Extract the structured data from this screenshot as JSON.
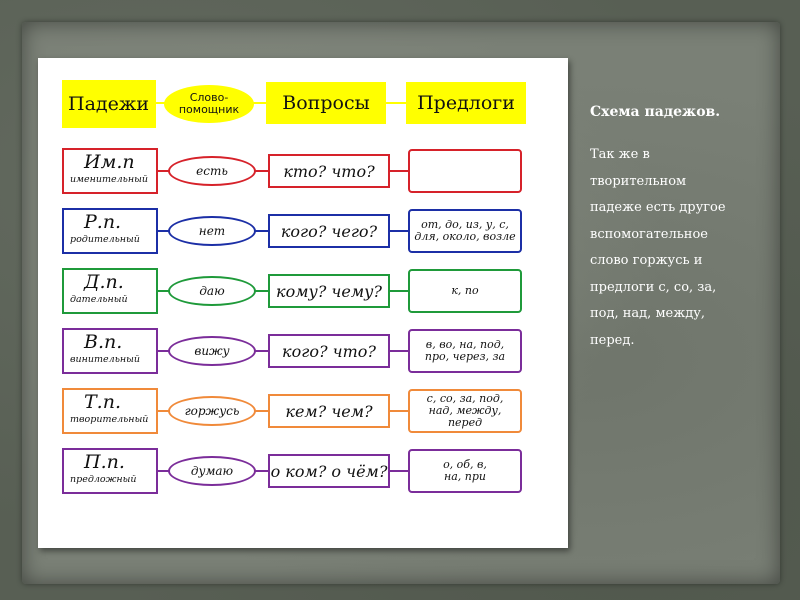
{
  "header": {
    "cases": "Падежи",
    "helper": [
      "Слово-",
      "помощник"
    ],
    "questions": "Вопросы",
    "prepositions": "Предлоги"
  },
  "rows": [
    {
      "abbr": "Им.п",
      "name": "именительный",
      "helper": "есть",
      "question": "кто? что?",
      "prepositions": [],
      "color": "#d6222a"
    },
    {
      "abbr": "Р.п.",
      "name": "родительный",
      "helper": "нет",
      "question": "кого? чего?",
      "prepositions": [
        "от, до, из, у, с,",
        "для, около, возле"
      ],
      "color": "#1c2fa6"
    },
    {
      "abbr": "Д.п.",
      "name": "дательный",
      "helper": "даю",
      "question": "кому? чему?",
      "prepositions": [
        "к, по"
      ],
      "color": "#1f9a3a"
    },
    {
      "abbr": "В.п.",
      "name": "винительный",
      "helper": "вижу",
      "question": "кого? что?",
      "prepositions": [
        "в, во, на, под,",
        "про, через, за"
      ],
      "color": "#7b2d9a"
    },
    {
      "abbr": "Т.п.",
      "name": "творительный",
      "helper": "горжусь",
      "question": "кем? чем?",
      "prepositions": [
        "с, со, за, под,",
        "над, между,",
        "перед"
      ],
      "color": "#f08a3a"
    },
    {
      "abbr": "П.п.",
      "name": "предложный",
      "helper": "думаю",
      "question": "о ком? о чём?",
      "prepositions": [
        "о, об, в,",
        "на, при"
      ],
      "color": "#7b2d9a"
    }
  ],
  "panel": {
    "title": "Схема падежов.",
    "body": "Так же в\nтворительном\nпадеже есть другое\nвспомогательное\nслово горжусь  и\nпредлоги  с, со, за,\nпод, над, между,\nперед."
  },
  "colors": {
    "header_yellow": "#ffff00",
    "background": "#585f54",
    "board": "#7a8076"
  }
}
